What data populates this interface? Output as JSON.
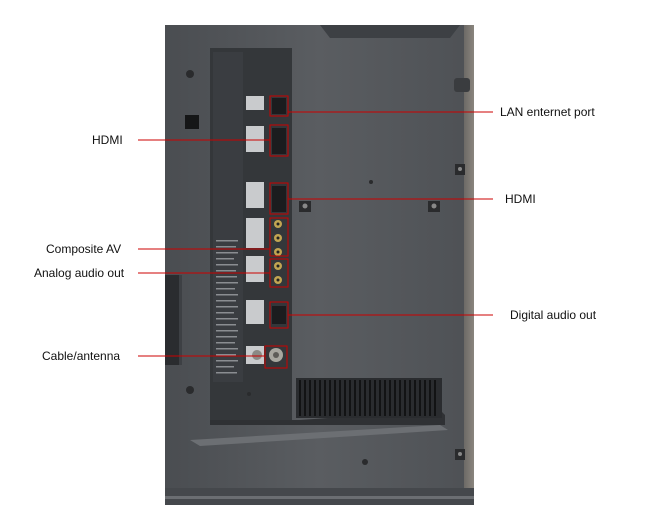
{
  "callouts": {
    "lan": "LAN enternet port",
    "hdmi_left": "HDMI",
    "hdmi_right": "HDMI",
    "composite_av": "Composite AV",
    "analog_audio": "Analog audio out",
    "digital_audio": "Digital audio out",
    "cable_antenna": "Cable/antenna"
  },
  "colors": {
    "panel": "#55585c",
    "recess": "#2f3134",
    "callout_line": "#cc0000",
    "background": "#ffffff"
  },
  "icons": {
    "ports": [
      "lan-port",
      "hdmi-port",
      "hdmi-port",
      "composite-av-jacks",
      "analog-audio-jacks",
      "optical-audio-port",
      "coaxial-antenna-port"
    ]
  }
}
